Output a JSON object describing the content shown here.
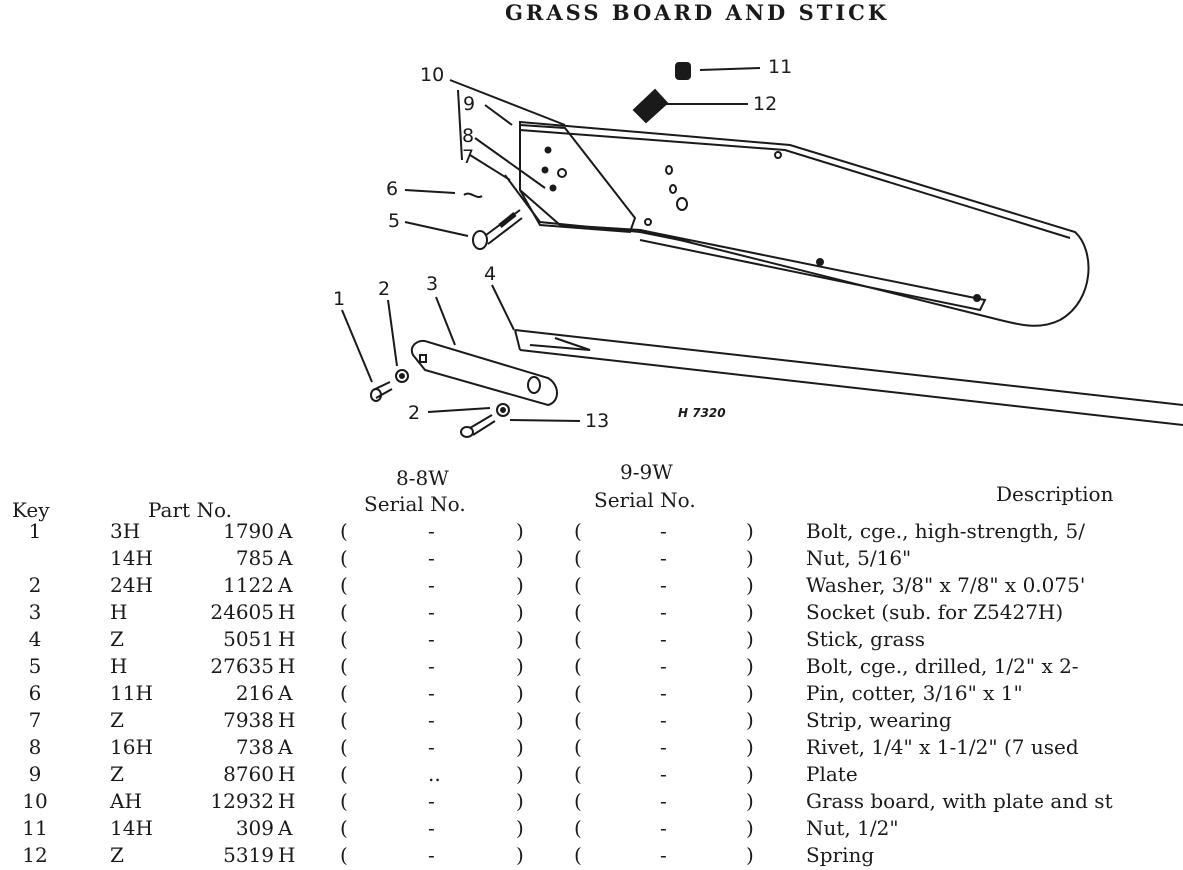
{
  "title": "GRASS BOARD AND STICK",
  "drawing_code": "H 7320",
  "callouts": [
    "1",
    "2",
    "3",
    "4",
    "5",
    "6",
    "7",
    "8",
    "9",
    "10",
    "11",
    "12",
    "2",
    "13"
  ],
  "headers": {
    "key": "Key",
    "part_no": "Part No.",
    "model_a": "8-8W",
    "serial_a": "Serial No.",
    "model_b": "9-9W",
    "serial_b": "Serial No.",
    "description": "Description"
  },
  "rows": [
    {
      "key": "1",
      "prefix": "3H",
      "number": "1790",
      "suffix": "A",
      "s1": "-",
      "s2": "-",
      "desc": "Bolt, cge., high-strength, 5/"
    },
    {
      "key": "",
      "prefix": "14H",
      "number": "785",
      "suffix": "A",
      "s1": "-",
      "s2": "-",
      "desc": "Nut, 5/16\""
    },
    {
      "key": "2",
      "prefix": "24H",
      "number": "1122",
      "suffix": "A",
      "s1": "-",
      "s2": "-",
      "desc": "Washer, 3/8\" x 7/8\" x 0.075'"
    },
    {
      "key": "3",
      "prefix": "H",
      "number": "24605",
      "suffix": "H",
      "s1": "-",
      "s2": "-",
      "desc": "Socket (sub. for Z5427H)"
    },
    {
      "key": "4",
      "prefix": "Z",
      "number": "5051",
      "suffix": "H",
      "s1": "-",
      "s2": "-",
      "desc": "Stick, grass"
    },
    {
      "key": "5",
      "prefix": "H",
      "number": "27635",
      "suffix": "H",
      "s1": "-",
      "s2": "-",
      "desc": "Bolt, cge., drilled, 1/2\" x 2-"
    },
    {
      "key": "6",
      "prefix": "11H",
      "number": "216",
      "suffix": "A",
      "s1": "-",
      "s2": "-",
      "desc": "Pin, cotter, 3/16\" x 1\""
    },
    {
      "key": "7",
      "prefix": "Z",
      "number": "7938",
      "suffix": "H",
      "s1": "-",
      "s2": "-",
      "desc": "Strip, wearing"
    },
    {
      "key": "8",
      "prefix": "16H",
      "number": "738",
      "suffix": "A",
      "s1": "-",
      "s2": "-",
      "desc": "Rivet, 1/4\" x 1-1/2\" (7 used"
    },
    {
      "key": "9",
      "prefix": "Z",
      "number": "8760",
      "suffix": "H",
      "s1": "..",
      "s2": "-",
      "desc": "Plate"
    },
    {
      "key": "10",
      "prefix": "AH",
      "number": "12932",
      "suffix": "H",
      "s1": "-",
      "s2": "-",
      "desc": "Grass board, with plate and st"
    },
    {
      "key": "11",
      "prefix": "14H",
      "number": "309",
      "suffix": "A",
      "s1": "-",
      "s2": "-",
      "desc": "Nut, 1/2\""
    },
    {
      "key": "12",
      "prefix": "Z",
      "number": "5319",
      "suffix": "H",
      "s1": "-",
      "s2": "-",
      "desc": "Spring"
    }
  ]
}
